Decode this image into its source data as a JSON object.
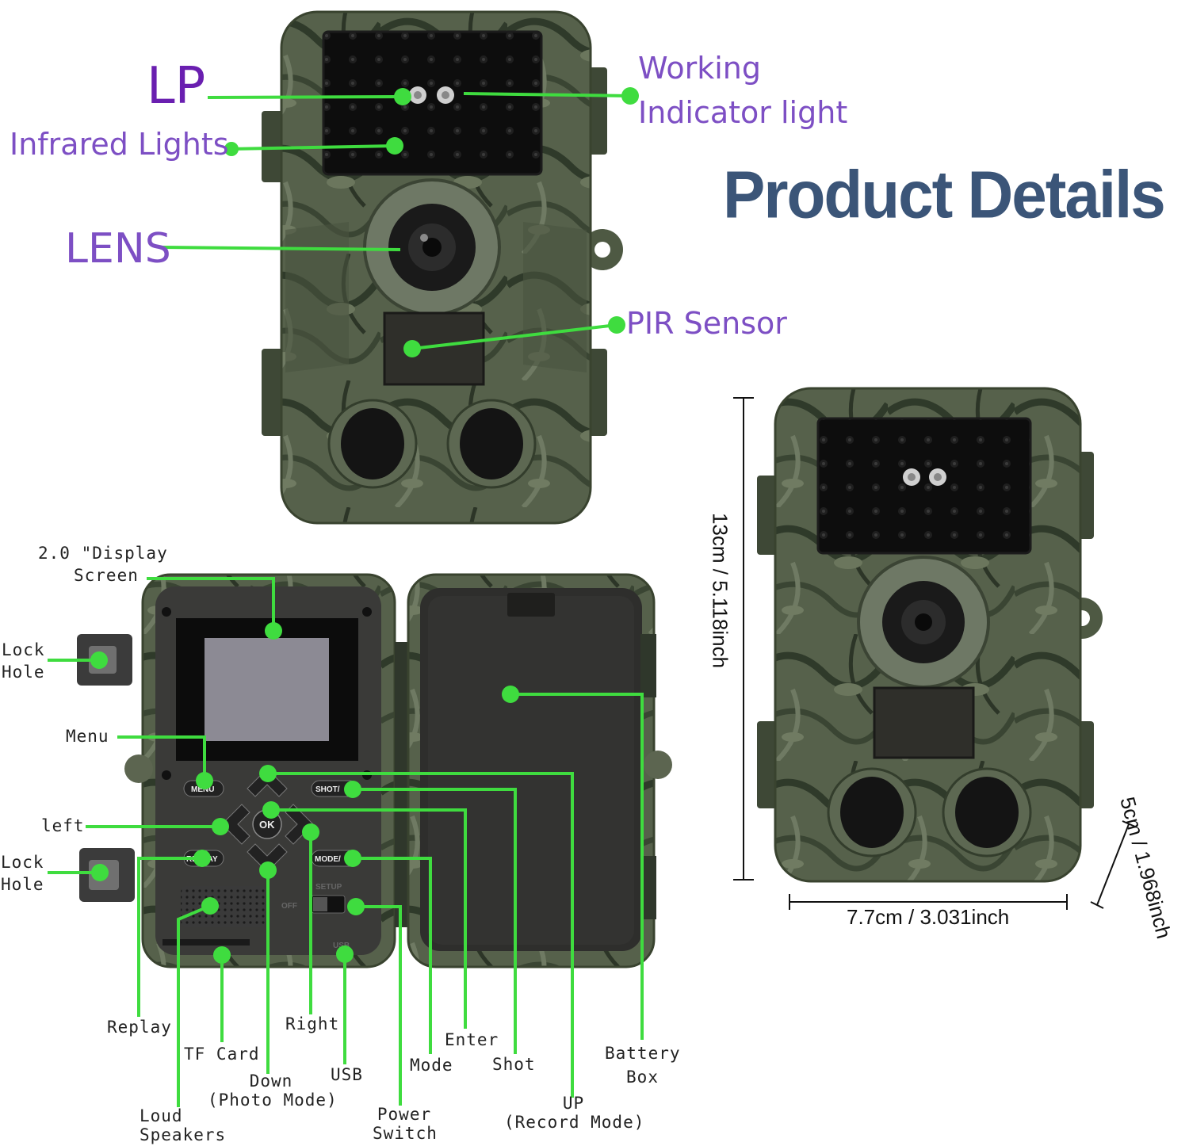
{
  "title": "Product Details",
  "front_labels": {
    "lp": "LP",
    "infrared": "Infrared Lights",
    "lens": "LENS",
    "working_line1": "Working",
    "working_line2": "Indicator light",
    "pir": "PIR Sensor"
  },
  "inside_labels": {
    "display_line1": "2.0 \"Display",
    "display_line2": "Screen",
    "lock_hole_top": "Lock\nHole",
    "menu": "Menu",
    "left": "left",
    "lock_hole_bottom": "Lock\nHole",
    "replay": "Replay",
    "tf_card": "TF Card",
    "loud_speakers": "Loud\nSpeakers",
    "down": "Down\n(Photo Mode)",
    "right": "Right",
    "usb": "USB",
    "power_switch": "Power\nSwitch",
    "mode": "Mode",
    "enter": "Enter",
    "shot": "Shot",
    "up": "UP\n(Record Mode)",
    "battery_box": "Battery\nBox"
  },
  "device_buttons": {
    "menu": "MENU",
    "ok": "OK",
    "shot": "SHOT/",
    "replay": "REPLAY",
    "mode": "MODE/",
    "setup": "SETUP",
    "off": "OFF",
    "usb": "USB"
  },
  "dimensions": {
    "height": "13cm / 5.118inch",
    "width": "7.7cm / 3.031inch",
    "depth": "5cm / 1.968inch"
  },
  "colors": {
    "accent_purple": "#7d4fc4",
    "title_blue": "#3b5578",
    "callout_green": "#3fdc3f",
    "camo_base": "#4f5a44"
  }
}
